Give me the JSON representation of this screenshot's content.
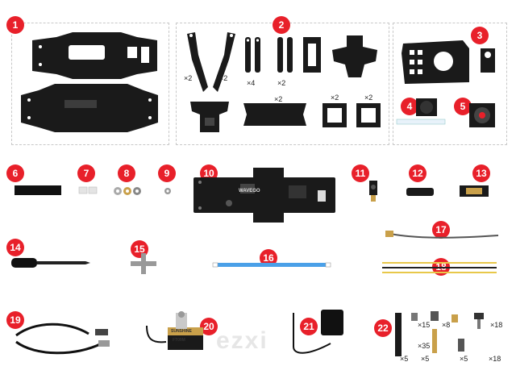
{
  "badges": [
    "1",
    "2",
    "3",
    "4",
    "5",
    "6",
    "7",
    "8",
    "9",
    "10",
    "11",
    "12",
    "13",
    "14",
    "15",
    "16",
    "17",
    "18",
    "19",
    "20",
    "21",
    "22"
  ],
  "quantities": {
    "legs_a": "×2",
    "legs_b": "×2",
    "links_a": "×4",
    "links_b": "×2",
    "mount_b": "×2",
    "frame_a": "×2",
    "frame_b": "×2"
  },
  "screws": [
    "×15",
    "×8",
    "×18",
    "×35",
    "×5",
    "×5",
    "×5",
    "×18"
  ],
  "board_label": "WAVEGO",
  "servo_brand": "SUNSHINE",
  "servo_model": "FT09M",
  "watermark": "ezxi",
  "colors": {
    "badge": "#e8202a",
    "part": "#1a1a1a",
    "brass": "#c9a04a",
    "cable_blue": "#4aa0e8",
    "cable_yellow": "#e8c84a"
  }
}
